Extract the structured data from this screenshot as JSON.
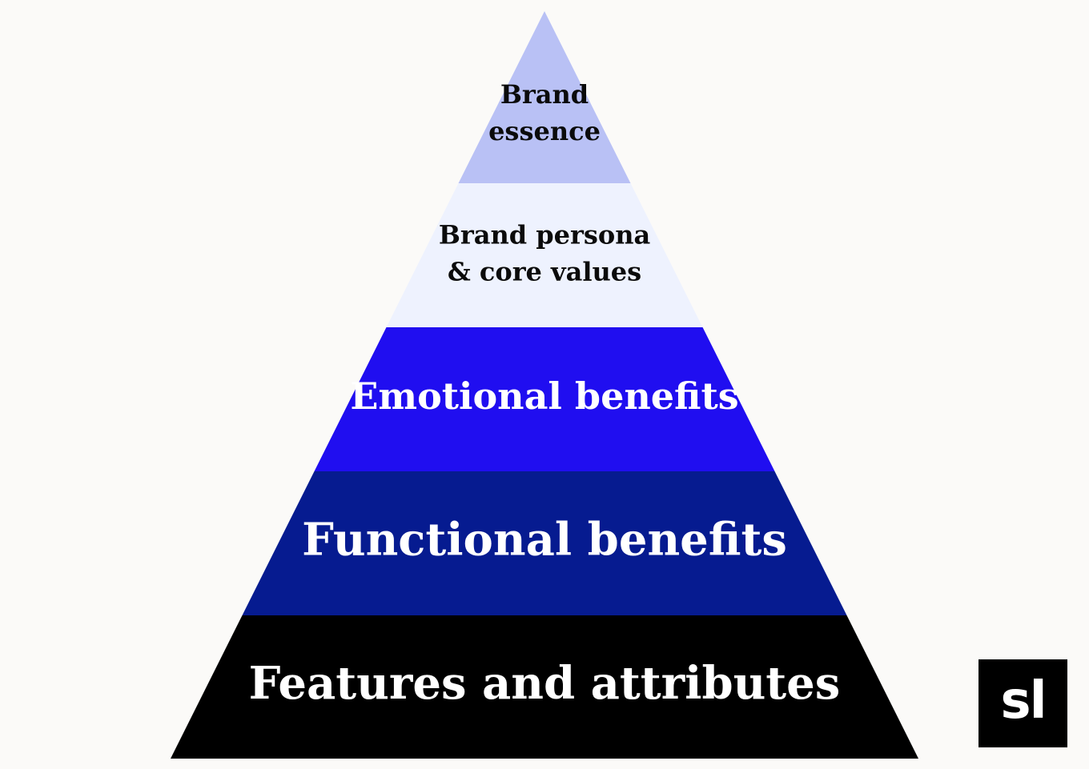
{
  "diagram": {
    "tiers": [
      {
        "id": "brand-essence",
        "lines": [
          "Brand",
          "essence"
        ],
        "fill": "#b9c1f5",
        "text_color": "#0b0b0b"
      },
      {
        "id": "brand-persona",
        "lines": [
          "Brand persona",
          "& core values"
        ],
        "fill": "#eef2fe",
        "text_color": "#0b0b0b"
      },
      {
        "id": "emotional-benefits",
        "lines": [
          "Emotional benefits"
        ],
        "fill": "#200ef0",
        "text_color": "#ffffff"
      },
      {
        "id": "functional-benefits",
        "lines": [
          "Functional benefits"
        ],
        "fill": "#061b90",
        "text_color": "#ffffff"
      },
      {
        "id": "features-attributes",
        "lines": [
          "Features and attributes"
        ],
        "fill": "#000000",
        "text_color": "#ffffff"
      }
    ]
  },
  "logo": {
    "text": "sl"
  }
}
